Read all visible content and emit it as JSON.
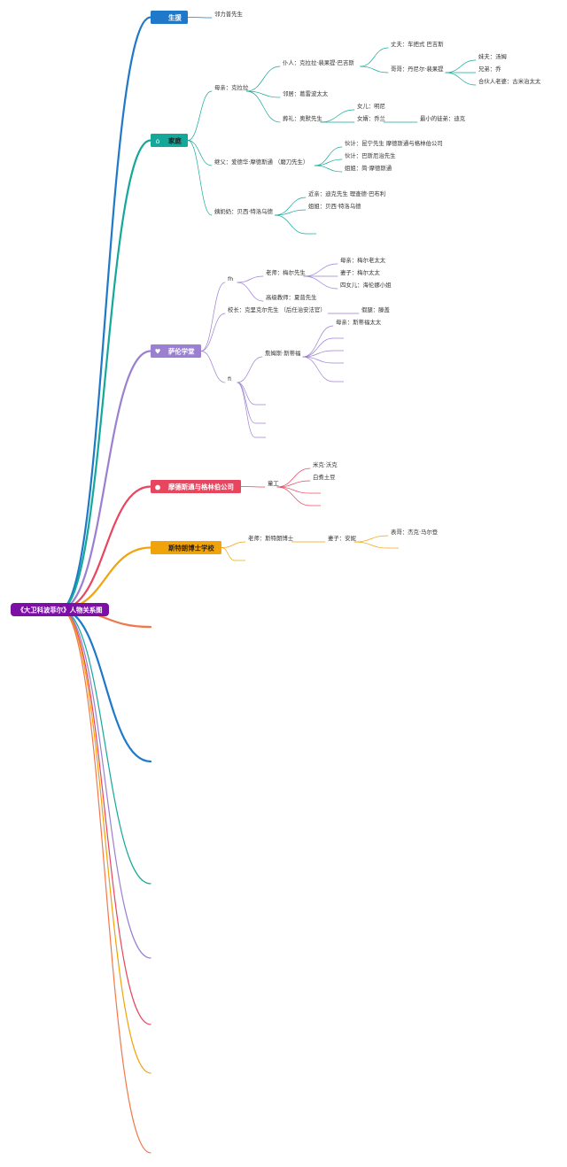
{
  "root": {
    "label": "《大卫科波菲尔》人物关系图",
    "color": "#7b0fa6"
  },
  "branches": [
    {
      "key": "shengfu",
      "label": "生援",
      "color": "#1f78c8",
      "icon": "person-icon",
      "glyph": "",
      "children": [
        {
          "label": "邻力普先生"
        }
      ]
    },
    {
      "key": "jiating",
      "label": "家庭",
      "color": "#14a89a",
      "icon": "house-icon",
      "glyph": "⌂",
      "children": [
        {
          "label": "母亲：克拉拉",
          "children": [
            {
              "label": "仆人：克拉拉·裴果提·巴吉斯",
              "children": [
                {
                  "label": "丈夫：车把式 巴吉斯"
                },
                {
                  "label": "哥哥：丹尼尔·裴果提",
                  "children": [
                    {
                      "label": "妹夫：汤姆"
                    },
                    {
                      "label": "兄弟：乔"
                    },
                    {
                      "label": "合伙人老婆：古米治太太"
                    }
                  ]
                }
              ]
            },
            {
              "label": "邻居：葛雷波太太"
            },
            {
              "label": "葬礼：奥默先生",
              "children": [
                {
                  "label": "女儿：明尼"
                },
                {
                  "label": "女婿：乔兰",
                  "children": [
                    {
                      "label": "最小的徒弟：迪克"
                    }
                  ]
                }
              ]
            }
          ]
        },
        {
          "label": "继父：爱德华·摩德斯通 （磨刀先生）",
          "children": [
            {
              "label": "伙计：昆宁先生 摩德斯通与格林伯公司"
            },
            {
              "label": "伙计：巴斯厄治先生"
            },
            {
              "label": "姐姐：简·摩德斯通"
            }
          ]
        },
        {
          "label": "姨奶奶：贝西·特洛乌德",
          "children": [
            {
              "label": "近亲：迪克先生 理查德·巴布利"
            },
            {
              "label": "姐姐：贝西·特洛乌德"
            },
            {
              "label": ""
            }
          ]
        }
      ]
    },
    {
      "key": "salun",
      "label": "萨伦学堂",
      "color": "#9b7fd1",
      "icon": "heart-icon",
      "glyph": "♥",
      "children": [
        {
          "label": "fh",
          "children": [
            {
              "label": "老师：梅尔先生",
              "children": [
                {
                  "label": "母亲：梅尔老太太"
                },
                {
                  "label": "妻子：梅尔太太"
                },
                {
                  "label": "四女儿：海伦娜小姐"
                }
              ]
            },
            {
              "label": "高级教师：夏普先生"
            }
          ]
        },
        {
          "label": "校长：克里克尔先生 （后任治安法官）",
          "children": [
            {
              "label": "假腿：滕盖"
            }
          ]
        },
        {
          "label": "fi",
          "children": [
            {
              "label": "詹姆斯·斯蒂福",
              "children": [
                {
                  "label": "母亲：斯蒂福太太"
                },
                {
                  "label": ""
                },
                {
                  "label": ""
                },
                {
                  "label": ""
                },
                {
                  "label": ""
                }
              ]
            },
            {
              "label": ""
            },
            {
              "label": ""
            },
            {
              "label": ""
            }
          ]
        }
      ]
    },
    {
      "key": "modesitong",
      "label": "摩德斯通与格林伯公司",
      "color": "#e8465e",
      "icon": "user-group-icon",
      "glyph": "●",
      "children": [
        {
          "label": "童工",
          "children": [
            {
              "label": "米克·沃克"
            },
            {
              "label": "白煮土豆"
            },
            {
              "label": ""
            },
            {
              "label": ""
            }
          ]
        }
      ]
    },
    {
      "key": "sitelang",
      "label": "斯特朗博士学校",
      "color": "#f0a30a",
      "icon": "school-icon",
      "glyph": "",
      "children": [
        {
          "label": "老师：斯特朗博士",
          "children": [
            {
              "label": "妻子：安妮",
              "children": [
                {
                  "label": "表哥：杰克·马尔登"
                },
                {
                  "label": ""
                }
              ]
            }
          ]
        },
        {
          "label": ""
        }
      ]
    }
  ],
  "empty_branches": [
    {
      "color": "#f2784b"
    },
    {
      "color": "#1f78c8"
    },
    {
      "color": "#14a89a"
    },
    {
      "color": "#9b7fd1"
    },
    {
      "color": "#e8465e"
    },
    {
      "color": "#f0a30a"
    },
    {
      "color": "#f2784b"
    }
  ]
}
